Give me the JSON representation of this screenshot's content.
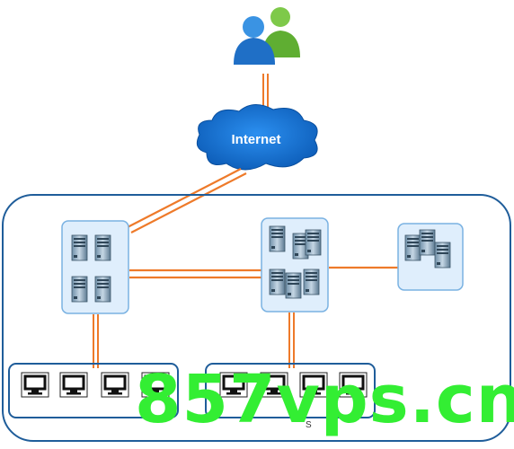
{
  "diagram": {
    "internet_label": "Internet",
    "watermark_text": "857vps.cn",
    "partial_label": "S"
  },
  "colors": {
    "link": "#ee7a2a",
    "network_border": "#1f5d9a",
    "server_panel_fill": "#dfeefc",
    "server_panel_stroke": "#7ab2e2",
    "cloud": "#1a74d4",
    "user_blue": "#2d7fd6",
    "user_green": "#6dbb3a",
    "watermark": "#33ee33"
  },
  "icons": {
    "users": "users-icon",
    "cloud": "cloud-icon",
    "server": "server-rack-icon",
    "terminal": "terminal-icon"
  }
}
